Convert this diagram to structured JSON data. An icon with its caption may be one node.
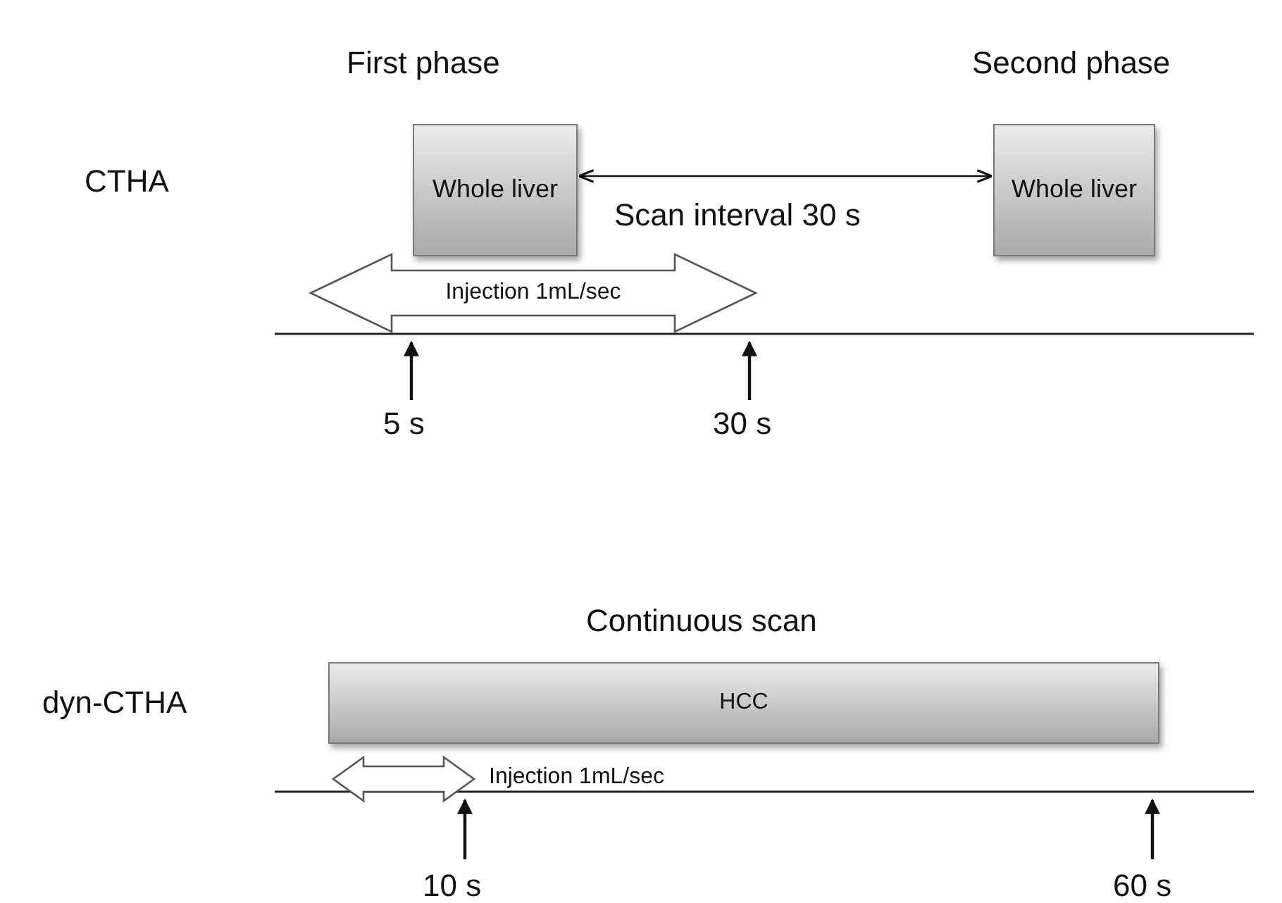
{
  "diagram": {
    "nodes": [
      {
        "text": [
          "Whole liver"
        ],
        "beside": [
          "First phase"
        ]
      },
      {
        "text": [
          "Whole liver"
        ],
        "beside": [
          "Second phase"
        ]
      },
      {
        "text": [
          "Injection 1mL/sec"
        ]
      },
      {
        "text": [
          "HCC"
        ],
        "beside": [
          "Continuous scan"
        ]
      },
      {
        "text": [],
        "shape": "arrow",
        "beside": [
          "Injection 1mL/sec"
        ]
      }
    ],
    "edges": [
      {
        "from": 0,
        "to": 1,
        "arrow": "both",
        "label": "Scan interval 30 s"
      }
    ],
    "labels": [
      "CTHA",
      "5 s",
      "30 s",
      "dyn-CTHA",
      "10 s",
      "60 s"
    ]
  }
}
